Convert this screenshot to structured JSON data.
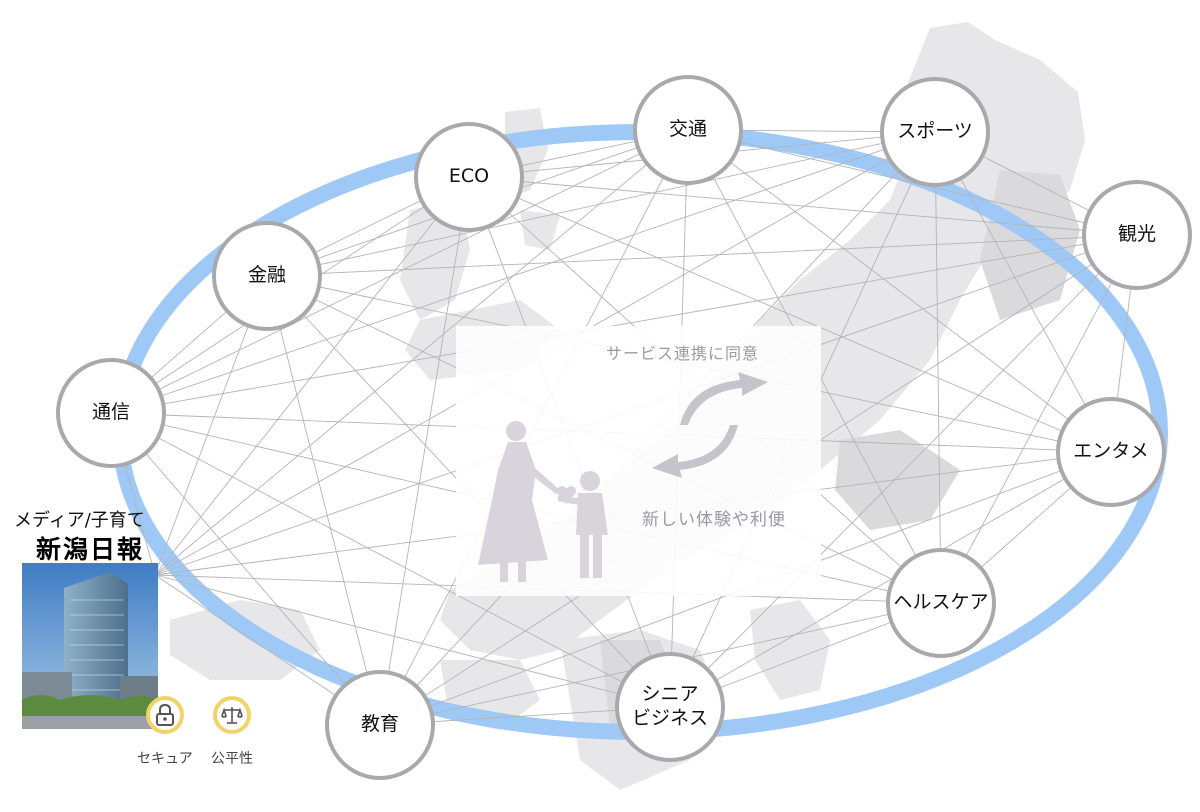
{
  "nodes": [
    {
      "id": "tsuushin",
      "label": "通信"
    },
    {
      "id": "kinyuu",
      "label": "金融"
    },
    {
      "id": "eco",
      "label": "ECO"
    },
    {
      "id": "koutsuu",
      "label": "交通"
    },
    {
      "id": "sports",
      "label": "スポーツ"
    },
    {
      "id": "kankou",
      "label": "観光"
    },
    {
      "id": "entame",
      "label": "エンタメ"
    },
    {
      "id": "health",
      "label": "ヘルスケア"
    },
    {
      "id": "senior",
      "label": "シニア\nビジネス"
    },
    {
      "id": "kyouiku",
      "label": "教育"
    }
  ],
  "media": {
    "label": "メディア/子育て",
    "logo_text": "新潟日報"
  },
  "center": {
    "top_text": "サービス連携に同意",
    "bottom_text": "新しい体験や利便"
  },
  "badges": {
    "security": {
      "label": "セキュア",
      "icon": "lock-icon"
    },
    "fairness": {
      "label": "公平性",
      "icon": "scales-icon"
    }
  },
  "colors": {
    "ring": "#9ec9f6",
    "node_border": "#a9a9ad",
    "connector": "#b4b4b8",
    "badge_border": "#f2d36a"
  }
}
